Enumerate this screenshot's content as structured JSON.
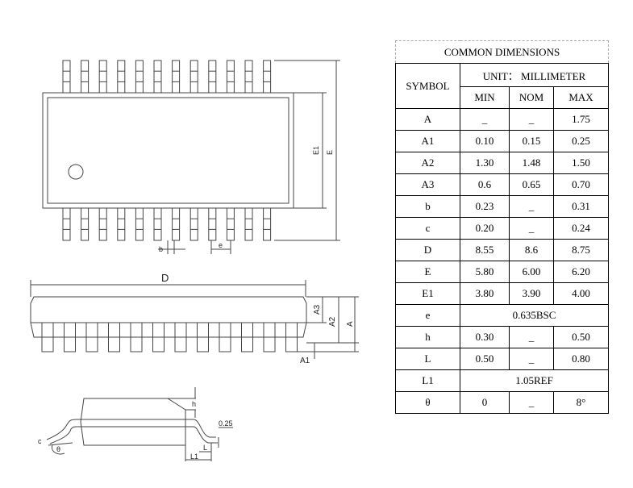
{
  "drawing": {
    "labels": {
      "E1": "E1",
      "E": "E",
      "b": "b",
      "e": "e",
      "D": "D",
      "A3": "A3",
      "A2": "A2",
      "A": "A",
      "A1": "A1",
      "h": "h",
      "offset": "0.25",
      "c": "c",
      "theta": "θ",
      "L": "L",
      "L1": "L1"
    }
  },
  "table": {
    "title": "COMMON DIMENSIONS",
    "symbol_header": "SYMBOL",
    "unit_header": "UNIT： MILLIMETER",
    "columns": [
      "MIN",
      "NOM",
      "MAX"
    ],
    "rows": [
      {
        "symbol": "A",
        "min": "_",
        "nom": "_",
        "max": "1.75"
      },
      {
        "symbol": "A1",
        "min": "0.10",
        "nom": "0.15",
        "max": "0.25"
      },
      {
        "symbol": "A2",
        "min": "1.30",
        "nom": "1.48",
        "max": "1.50"
      },
      {
        "symbol": "A3",
        "min": "0.6",
        "nom": "0.65",
        "max": "0.70"
      },
      {
        "symbol": "b",
        "min": "0.23",
        "nom": "_",
        "max": "0.31"
      },
      {
        "symbol": "c",
        "min": "0.20",
        "nom": "_",
        "max": "0.24"
      },
      {
        "symbol": "D",
        "min": "8.55",
        "nom": "8.6",
        "max": "8.75"
      },
      {
        "symbol": "E",
        "min": "5.80",
        "nom": "6.00",
        "max": "6.20"
      },
      {
        "symbol": "E1",
        "min": "3.80",
        "nom": "3.90",
        "max": "4.00"
      },
      {
        "symbol": "e",
        "span": "0.635BSC"
      },
      {
        "symbol": "h",
        "min": "0.30",
        "nom": "_",
        "max": "0.50"
      },
      {
        "symbol": "L",
        "min": "0.50",
        "nom": "_",
        "max": "0.80"
      },
      {
        "symbol": "L1",
        "span": "1.05REF"
      },
      {
        "symbol": "θ",
        "min": "0",
        "nom": "_",
        "max": "8°"
      }
    ]
  }
}
